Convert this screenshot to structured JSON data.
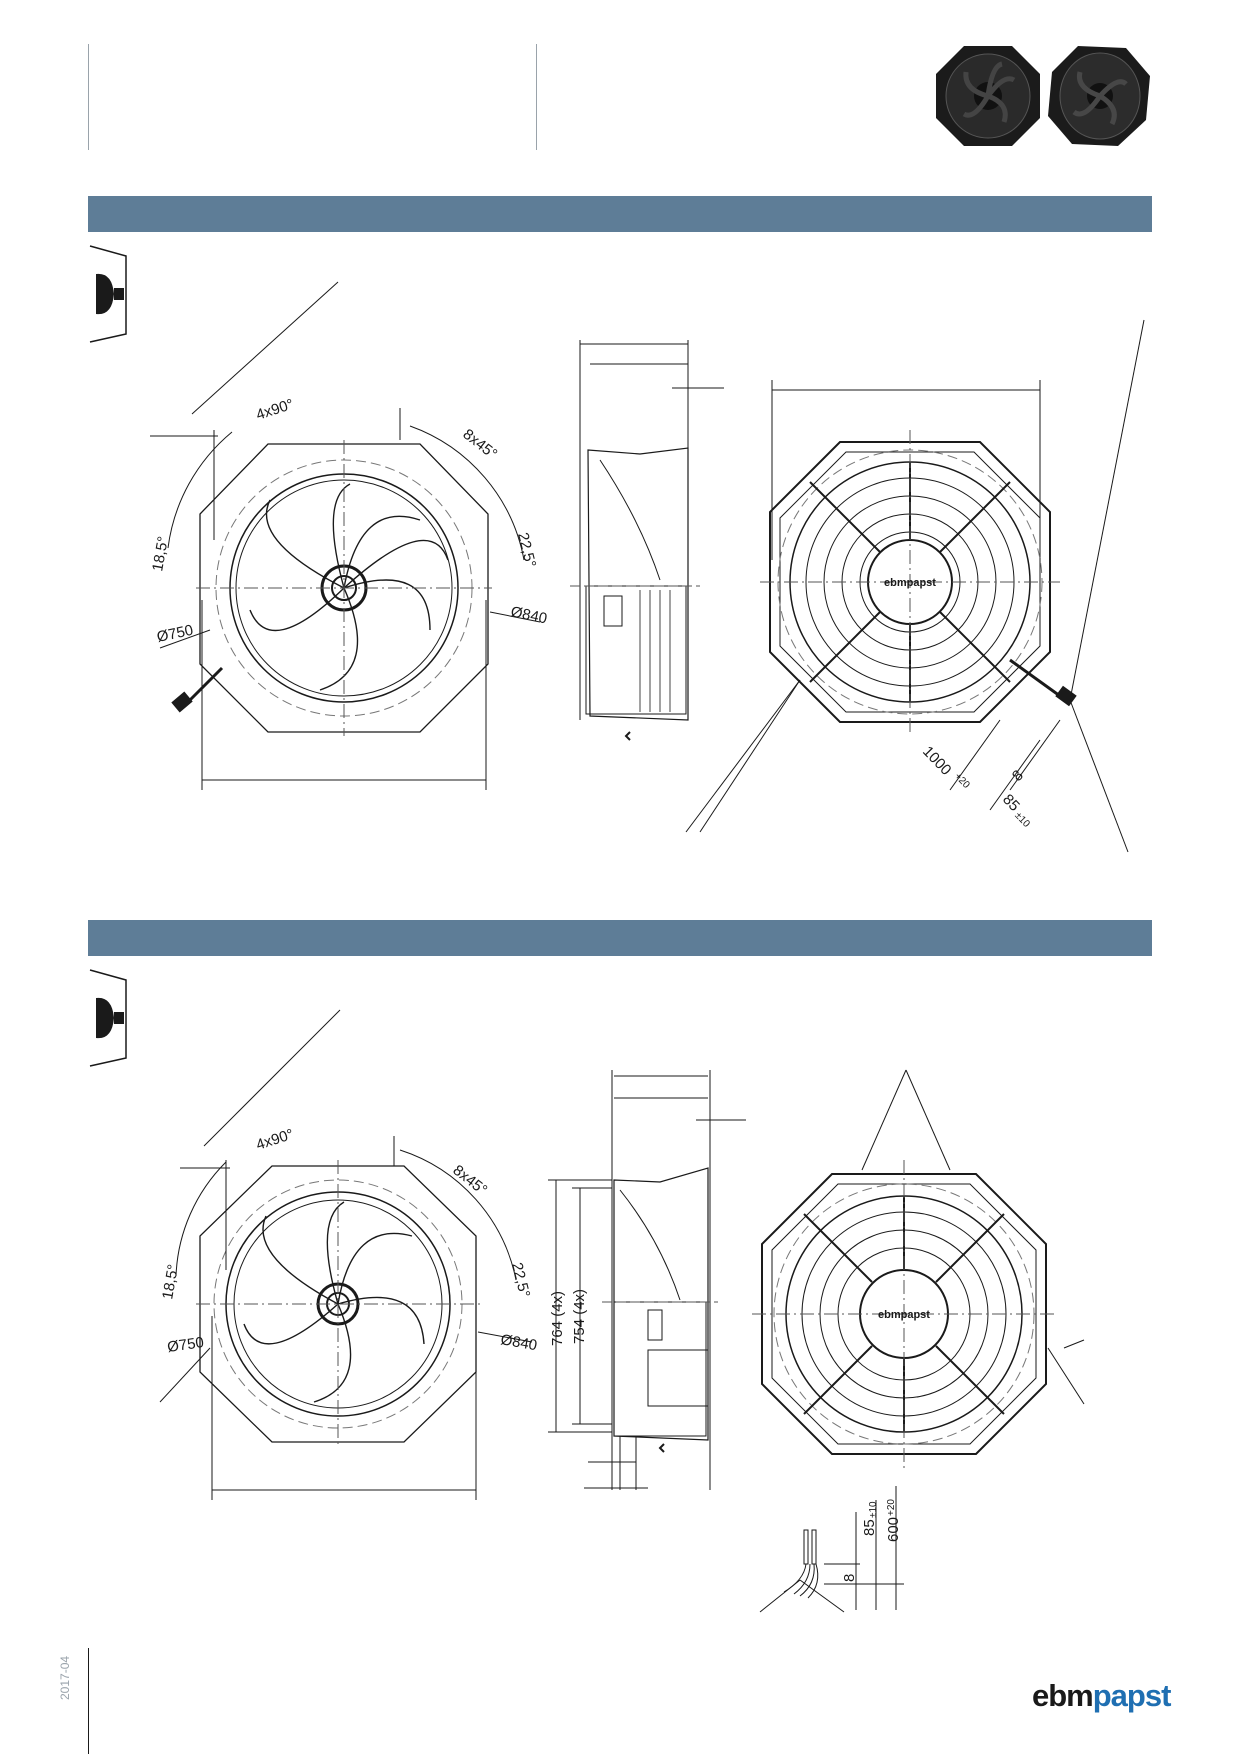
{
  "header": {
    "product_images": [
      "fan-photo-front",
      "fan-photo-angle"
    ]
  },
  "sections": [
    {
      "airflow_icon": "airflow-direction-icon",
      "front_view": {
        "angle_pitch": "4x90°",
        "angle_holes": "8x45°",
        "angle_a": "18,5°",
        "angle_b": "22,5°",
        "dia_inner": "Ø750",
        "dia_outer": "Ø840"
      },
      "back_view": {
        "logo": "ebmpapst",
        "cable_length": "1000",
        "cable_length_tol": "+20",
        "strip_length": "8",
        "wire_length": "85",
        "wire_length_tol": "±10"
      }
    },
    {
      "airflow_icon": "airflow-direction-icon",
      "front_view": {
        "angle_pitch": "4x90°",
        "angle_holes": "8x45°",
        "angle_a": "18,5°",
        "angle_b": "22,5°",
        "dia_inner": "Ø750",
        "dia_outer": "Ø840"
      },
      "side_view": {
        "dim_outer": "764 (4x)",
        "dim_inner": "754 (4x)"
      },
      "back_view": {
        "logo": "ebmpapst"
      },
      "cable_detail": {
        "wire_length": "85",
        "wire_length_tol": "±10",
        "cable_length": "600",
        "cable_length_tol": "+20",
        "strip_length": "8"
      }
    }
  ],
  "footer": {
    "date": "2017-04",
    "logo_part1": "ebm",
    "logo_part2": "papst"
  }
}
